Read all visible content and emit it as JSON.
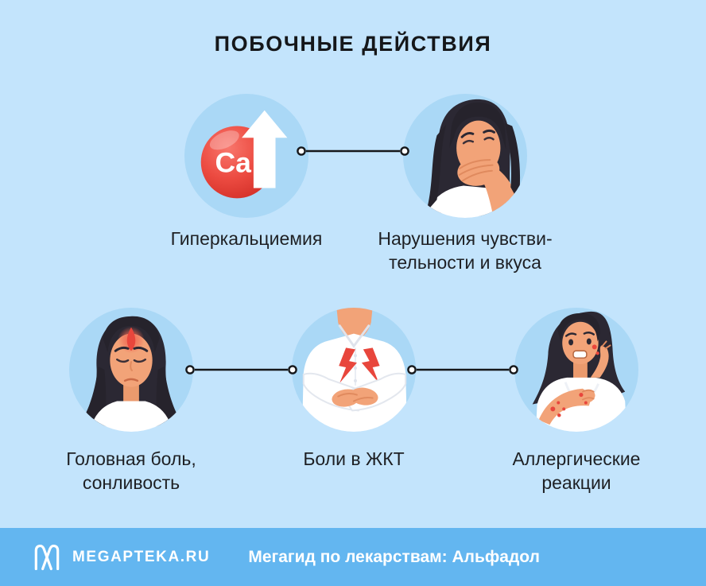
{
  "title": "ПОБОЧНЫЕ ДЕЙСТВИЯ",
  "items": [
    {
      "icon": "calcium-up-icon",
      "label_lines": [
        "Гиперкальциемия"
      ]
    },
    {
      "icon": "woman-covering-mouth-icon",
      "label_lines": [
        "Нарушения чувстви-",
        "тельности и вкуса"
      ]
    },
    {
      "icon": "woman-headache-icon",
      "label_lines": [
        "Головная боль,",
        "сонливость"
      ]
    },
    {
      "icon": "stomach-pain-icon",
      "label_lines": [
        "Боли в ЖКТ"
      ]
    },
    {
      "icon": "woman-allergy-icon",
      "label_lines": [
        "Аллергические",
        "реакции"
      ]
    }
  ],
  "ca_ball_label": "Ca",
  "footer": {
    "brand": "MEGAPTEKA.RU",
    "caption": "Мегагид по лекарствам: Альфадол"
  },
  "colors": {
    "background": "#c3e4fc",
    "circle_fill": "#aad8f6",
    "footer_background": "#63b6f0",
    "accent_red": "#e8463c",
    "skin": "#f2a378",
    "hair": "#2b2833",
    "text_dark": "#1e2024",
    "text_light": "#ffffff"
  }
}
